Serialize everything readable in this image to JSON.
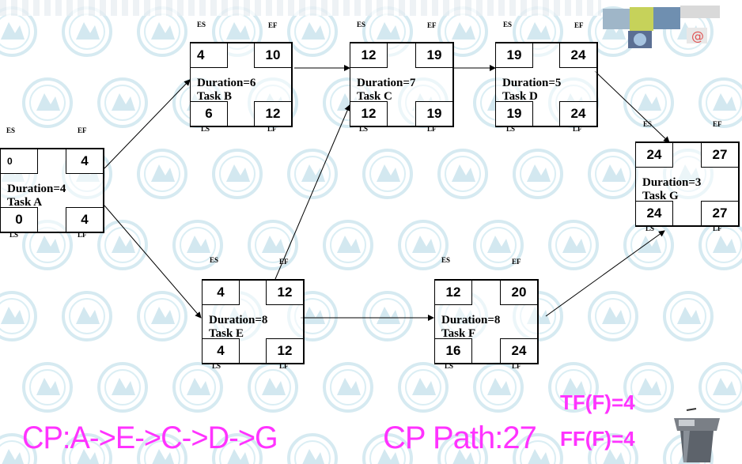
{
  "labels": {
    "es": "ES",
    "ef": "EF",
    "ls": "LS",
    "lf": "LF"
  },
  "tasks": {
    "A": {
      "es": "0",
      "ef": "4",
      "ls": "0",
      "lf": "4",
      "duration": "Duration=4",
      "name": "Task A"
    },
    "B": {
      "es": "4",
      "ef": "10",
      "ls": "6",
      "lf": "12",
      "duration": "Duration=6",
      "name": "Task B"
    },
    "C": {
      "es": "12",
      "ef": "19",
      "ls": "12",
      "lf": "19",
      "duration": "Duration=7",
      "name": "Task C"
    },
    "D": {
      "es": "19",
      "ef": "24",
      "ls": "19",
      "lf": "24",
      "duration": "Duration=5",
      "name": "Task D"
    },
    "E": {
      "es": "4",
      "ef": "12",
      "ls": "4",
      "lf": "12",
      "duration": "Duration=8",
      "name": "Task E"
    },
    "F": {
      "es": "12",
      "ef": "20",
      "ls": "16",
      "lf": "24",
      "duration": "Duration=8",
      "name": "Task F"
    },
    "G": {
      "es": "24",
      "ef": "27",
      "ls": "24",
      "lf": "27",
      "duration": "Duration=3",
      "name": "Task G"
    }
  },
  "footer": {
    "critical_path": "CP:A->E->C->D->G",
    "cp_length": "CP Path:27",
    "total_float": "TF(F)=4",
    "free_float": "FF(F)=4"
  },
  "colors": {
    "accent": "#ff33ff",
    "watermark": "#cfe6ee"
  },
  "icons": [
    "watermark-emblem-icon",
    "decorative-images-icon",
    "podium-icon"
  ]
}
